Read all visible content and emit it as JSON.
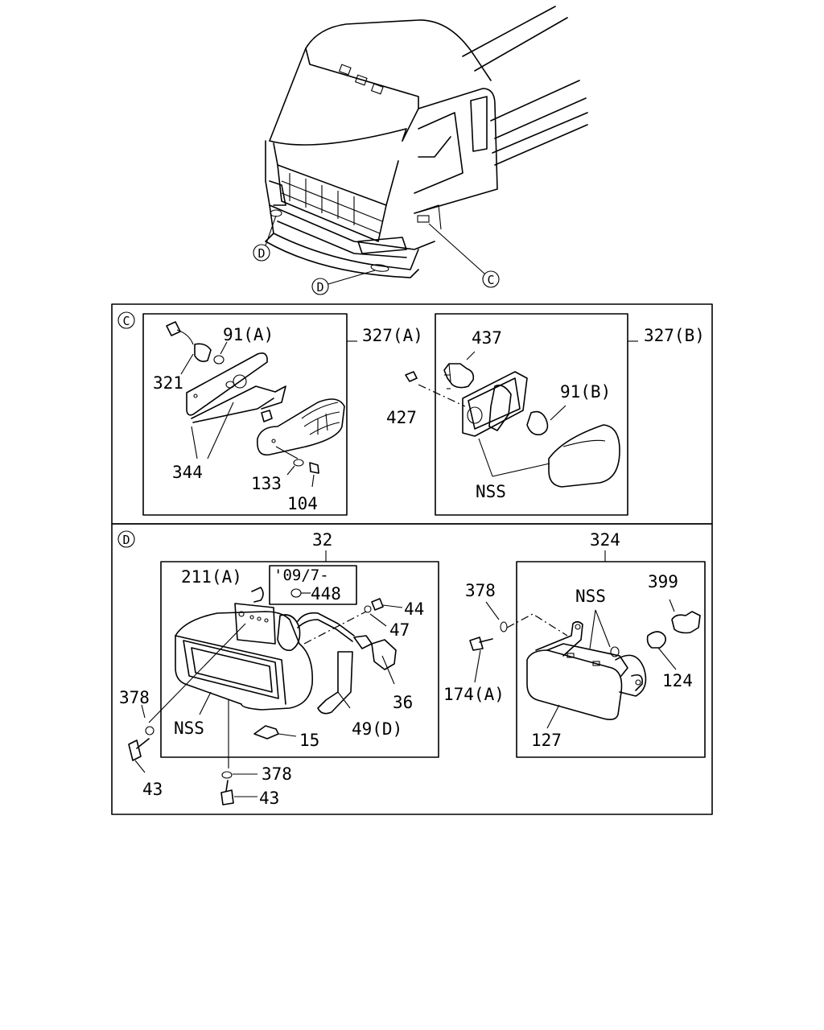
{
  "callouts": {
    "view_c": "C",
    "view_d": "D"
  },
  "section_c": {
    "left_group": "327(A)",
    "right_group": "327(B)",
    "parts": {
      "p91a": "91(A)",
      "p321": "321",
      "p344": "344",
      "p133": "133",
      "p104": "104",
      "p437": "437",
      "p427": "427",
      "p91b": "91(B)",
      "nss": "NSS"
    }
  },
  "section_d": {
    "left_group": "32",
    "right_group": "324",
    "date_note": "'09/7-",
    "parts": {
      "p448": "448",
      "p211a": "211(A)",
      "p44": "44",
      "p47": "47",
      "p36": "36",
      "p49d": "49(D)",
      "p15": "15",
      "p378a": "378",
      "p43a": "43",
      "p378b": "378",
      "p43b": "43",
      "nss_left": "NSS",
      "p378c": "378",
      "p174a": "174(A)",
      "nss_right": "NSS",
      "p399": "399",
      "p124": "124",
      "p127": "127"
    }
  }
}
